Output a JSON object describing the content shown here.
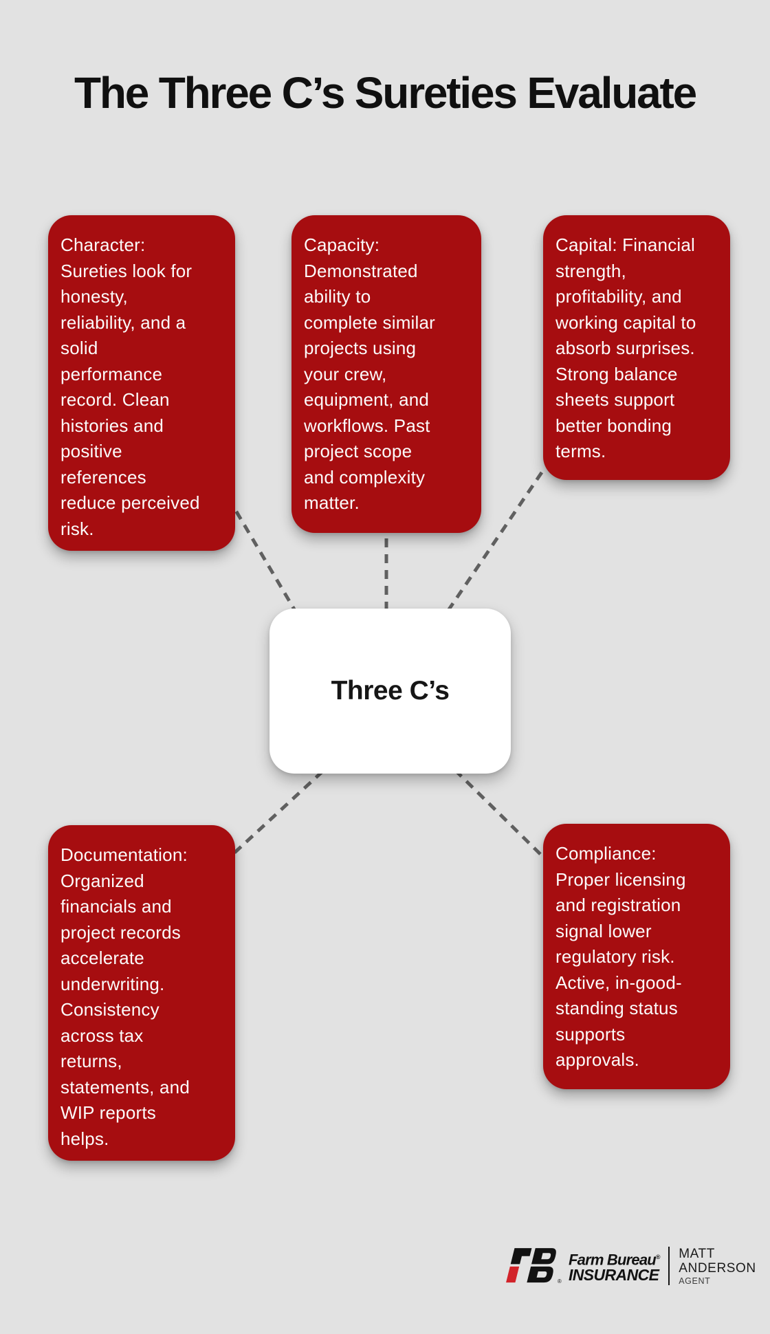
{
  "title": "The Three C’s Sureties Evaluate",
  "center": {
    "label": "Three C’s"
  },
  "nodes": [
    {
      "id": "character",
      "text": "Character:\nSureties look for\nhonesty,\nreliability, and a\nsolid\nperformance\nrecord. Clean\nhistories and\npositive\nreferences\nreduce perceived\nrisk."
    },
    {
      "id": "capacity",
      "text": "Capacity:\nDemonstrated\nability to\ncomplete similar\nprojects using\nyour crew,\nequipment, and\nworkflows. Past\nproject scope\nand complexity\nmatter."
    },
    {
      "id": "capital",
      "text": "Capital: Financial\nstrength,\nprofitability, and\nworking capital to\nabsorb surprises.\nStrong balance\nsheets support\nbetter bonding\nterms."
    },
    {
      "id": "documentation",
      "text": "Documentation:\nOrganized\nfinancials and\nproject records\naccelerate\nunderwriting.\nConsistency\nacross tax\nreturns,\nstatements, and\nWIP reports\nhelps."
    },
    {
      "id": "compliance",
      "text": "Compliance:\nProper licensing\nand registration\nsignal lower\nregulatory risk.\nActive, in-good-\nstanding status\nsupports\napprovals."
    }
  ],
  "footer": {
    "brand_line1": "Farm Bureau",
    "brand_line2": "INSURANCE",
    "registered_mark": "®",
    "agent_name_line1": "MATT",
    "agent_name_line2": "ANDERSON",
    "agent_role": "AGENT"
  },
  "colors": {
    "background": "#E2E2E2",
    "card_red": "#A60D10",
    "card_text": "#FCFAFA",
    "center_bg": "#FFFFFF",
    "title_text": "#101010",
    "connector": "#606060",
    "logo_black": "#121212",
    "logo_red": "#D2232A"
  }
}
